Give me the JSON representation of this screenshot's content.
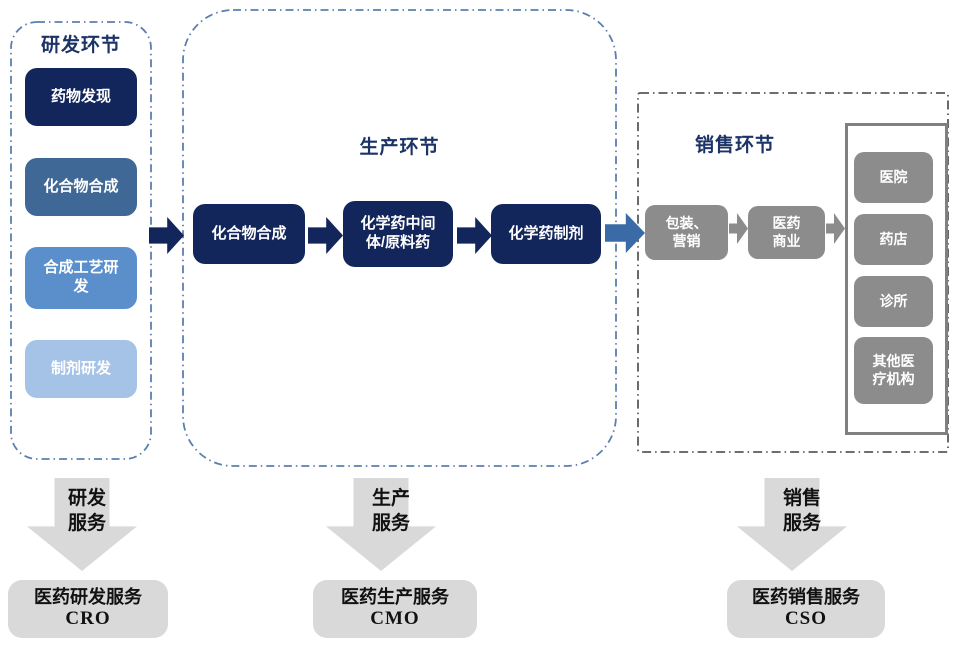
{
  "sections": {
    "rnd": {
      "title": "研发环节",
      "boxes": [
        {
          "label": "药物发现"
        },
        {
          "label": "化合物合成"
        },
        {
          "label": "合成工艺研\n发"
        },
        {
          "label": "制剂研发"
        }
      ]
    },
    "production": {
      "title": "生产环节",
      "boxes": [
        {
          "label": "化合物合成"
        },
        {
          "label": "化学药中间\n体/原料药"
        },
        {
          "label": "化学药制剂"
        }
      ]
    },
    "sales": {
      "title": "销售环节",
      "boxes": [
        {
          "label": "包装、\n营销"
        },
        {
          "label": "医药\n商业"
        }
      ],
      "outlets": [
        {
          "label": "医院"
        },
        {
          "label": "药店"
        },
        {
          "label": "诊所"
        },
        {
          "label": "其他医\n疗机构"
        }
      ]
    }
  },
  "services": [
    {
      "arrow_label": "研发\n服务",
      "box_label": "医药研发服务",
      "acronym": "CRO"
    },
    {
      "arrow_label": "生产\n服务",
      "box_label": "医药生产服务",
      "acronym": "CMO"
    },
    {
      "arrow_label": "销售\n服务",
      "box_label": "医药销售服务",
      "acronym": "CSO"
    }
  ],
  "colors": {
    "navy": "#13265c",
    "steel_blue": "#3f6896",
    "medium_blue": "#5a8fcc",
    "light_blue": "#a5c3e7",
    "flow_arrow_blue": "#3a6ba6",
    "gray_box": "#8c8c8c",
    "light_gray": "#d9d9d9",
    "dashed_border_blue": "#5b7fae",
    "dashed_border_gray": "#5a5a5a",
    "title_navy": "#1b3366"
  }
}
